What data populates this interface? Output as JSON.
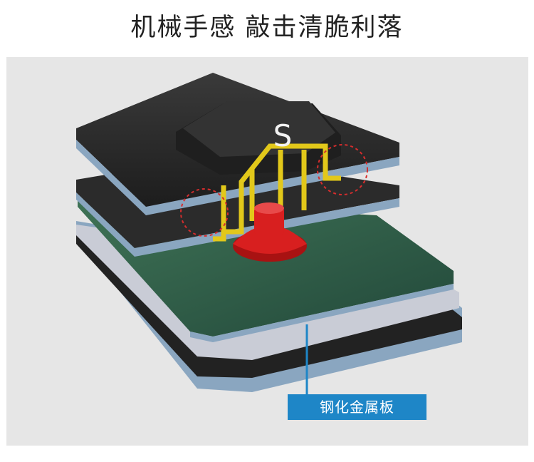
{
  "title": "机械手感 敲击清脆利落",
  "key_letter": "S",
  "callout_label": "钢化金属板",
  "colors": {
    "panel_bg": "#e6e6e6",
    "keycap": "#2a2a2a",
    "plate_edge": "#9fb3c8",
    "pcb_green": "#2f5c43",
    "stem_yellow": "#e2c81a",
    "stem_red": "#d81f1f",
    "callout_blue": "#1e86c7"
  }
}
